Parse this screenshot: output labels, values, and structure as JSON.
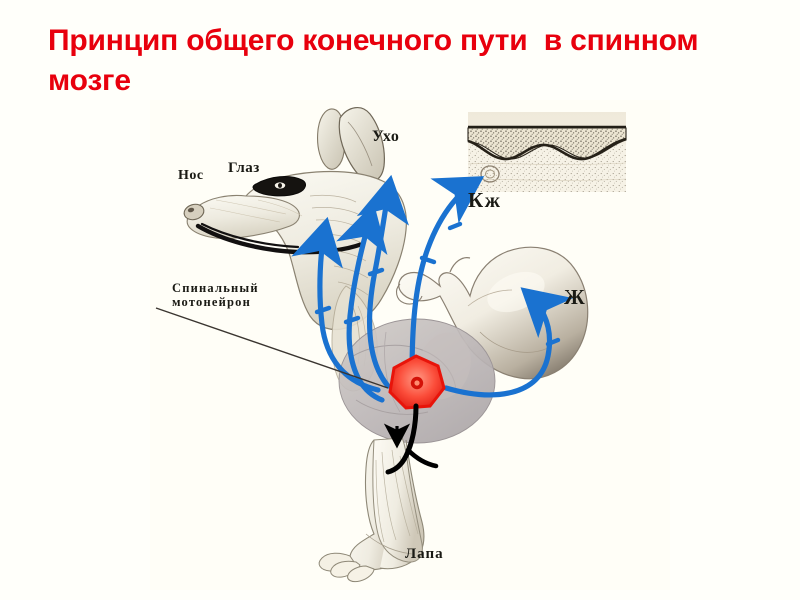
{
  "slide": {
    "title": "Принцип общего конечного пути  в спинном мозге",
    "title_color": "#e8000d",
    "background_color": "#fffffa"
  },
  "diagram": {
    "caption_language": "ru",
    "arrow_color": "#1a72d0",
    "neuron_color": "#f02020",
    "neuron_fill": "#ff6b5a",
    "axon_color": "#000000",
    "labels": {
      "nose": "Нос",
      "eye": "Глаз",
      "ear": "Ухо",
      "skin": "Кж",
      "stomach": "Ж",
      "motoneuron": "Спинальный\nмотонейрон",
      "paw": "Лапа"
    },
    "inputs": [
      {
        "id": "nose",
        "label": "Нос",
        "target": "spinal-motoneuron"
      },
      {
        "id": "eye",
        "label": "Глаз",
        "target": "spinal-motoneuron"
      },
      {
        "id": "ear",
        "label": "Ухо",
        "target": "spinal-motoneuron"
      },
      {
        "id": "skin",
        "label": "Кж",
        "target": "spinal-motoneuron"
      },
      {
        "id": "stomach",
        "label": "Ж",
        "target": "spinal-motoneuron"
      }
    ],
    "output": {
      "id": "paw",
      "label": "Лапа",
      "source": "spinal-motoneuron"
    }
  }
}
